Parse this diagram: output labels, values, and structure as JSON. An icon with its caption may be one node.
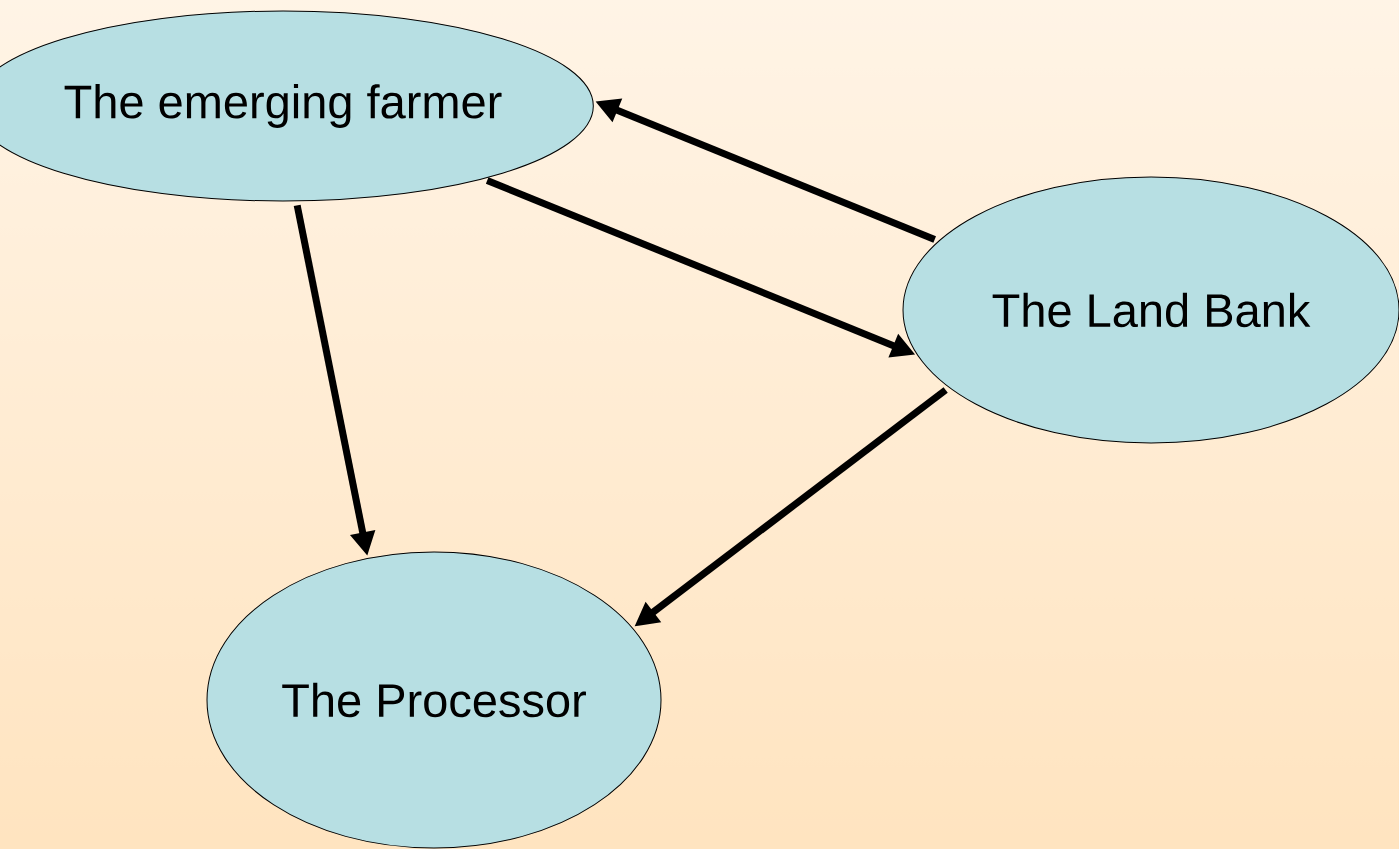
{
  "diagram": {
    "nodes": [
      {
        "text": [
          "The emerging farmer"
        ]
      },
      {
        "text": [
          "The Land Bank"
        ]
      },
      {
        "text": [
          "The Processor"
        ]
      }
    ],
    "edges": [
      {
        "from": 1,
        "to": 0,
        "arrow": "to"
      },
      {
        "from": 0,
        "to": 1,
        "arrow": "to"
      },
      {
        "from": 0,
        "to": 2,
        "arrow": "to"
      },
      {
        "from": 1,
        "to": 2,
        "arrow": "to"
      }
    ]
  }
}
